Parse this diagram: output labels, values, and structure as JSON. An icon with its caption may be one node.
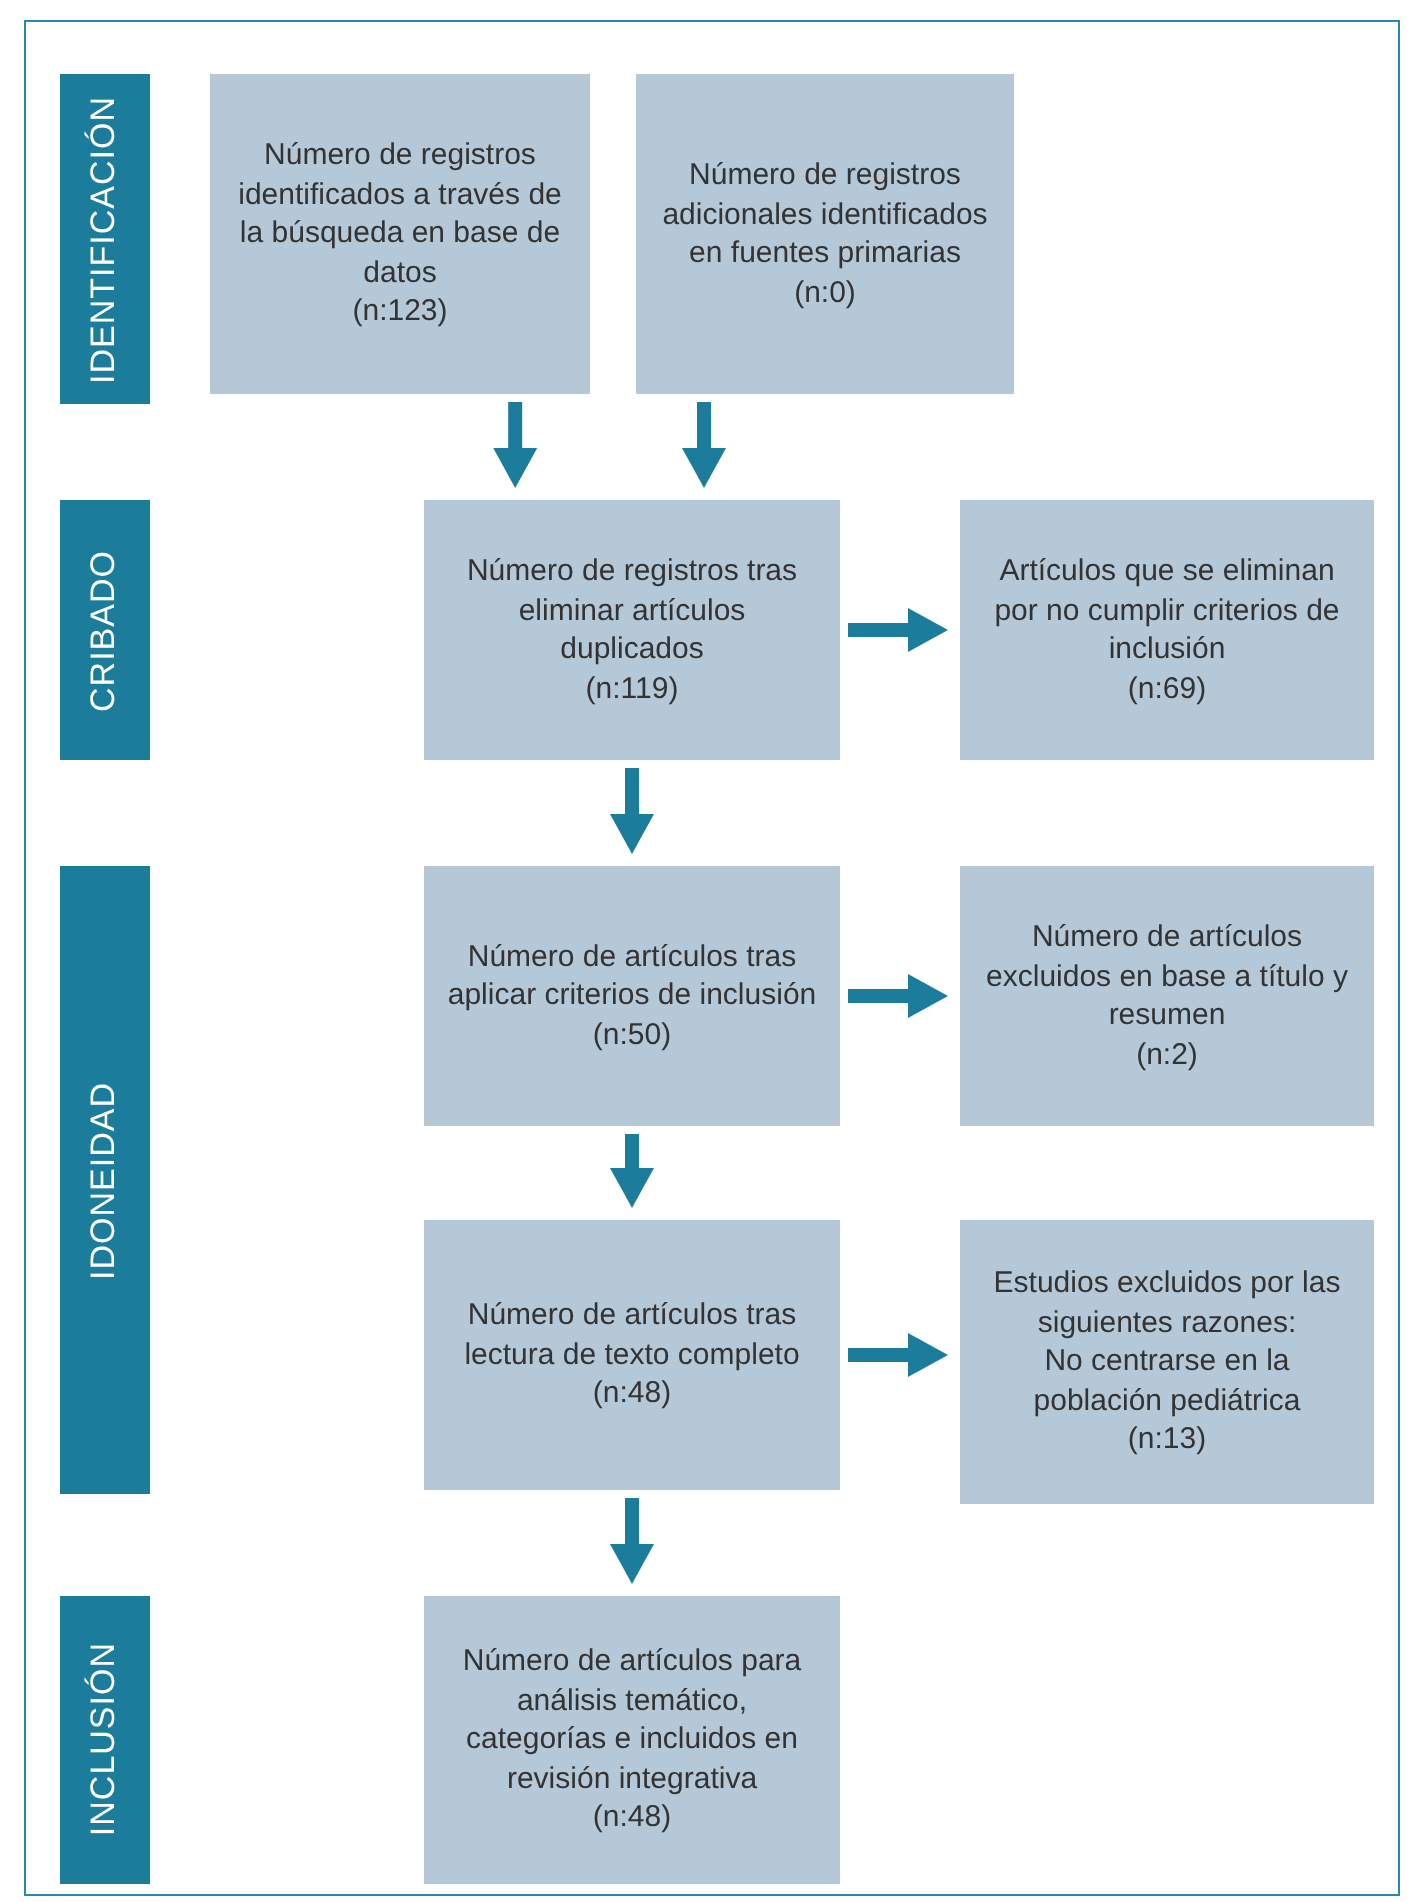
{
  "diagram": {
    "nodes": [
      {
        "text": [
          "IDENTIFICACIÓN"
        ]
      },
      {
        "text": [
          "Número de registros identificados a través de la búsqueda en base de datos",
          "(n:123)"
        ]
      },
      {
        "text": [
          "Número de registros adicionales identificados en fuentes primarias",
          "(n:0)"
        ]
      },
      {
        "text": [
          "CRIBADO"
        ]
      },
      {
        "text": [
          "Número de registros tras eliminar artículos duplicados",
          "(n:119)"
        ]
      },
      {
        "text": [
          "Artículos que se eliminan por no cumplir criterios de inclusión",
          "(n:69)"
        ]
      },
      {
        "text": [
          "IDONEIDAD"
        ]
      },
      {
        "text": [
          "Número de artículos tras aplicar criterios de inclusión",
          "(n:50)"
        ]
      },
      {
        "text": [
          "Número de artículos excluidos en base a título y resumen",
          "(n:2)"
        ]
      },
      {
        "text": [
          "Número de artículos tras lectura de texto completo",
          "(n:48)"
        ]
      },
      {
        "text": [
          "Estudios excluidos por las siguientes razones:",
          "No centrarse en la población pediátrica",
          "(n:13)"
        ]
      },
      {
        "text": [
          "INCLUSIÓN"
        ]
      },
      {
        "text": [
          "Número de artículos para análisis temático, categorías e incluidos en revisión integrativa",
          "(n:48)"
        ]
      }
    ],
    "edges": [
      {
        "from": 1,
        "to": 4,
        "arrow": "to"
      },
      {
        "from": 2,
        "to": 4,
        "arrow": "to"
      },
      {
        "from": 4,
        "to": 5,
        "arrow": "to"
      },
      {
        "from": 4,
        "to": 7,
        "arrow": "to"
      },
      {
        "from": 7,
        "to": 8,
        "arrow": "to"
      },
      {
        "from": 7,
        "to": 9,
        "arrow": "to"
      },
      {
        "from": 9,
        "to": 10,
        "arrow": "to"
      },
      {
        "from": 9,
        "to": 12,
        "arrow": "to"
      }
    ]
  }
}
